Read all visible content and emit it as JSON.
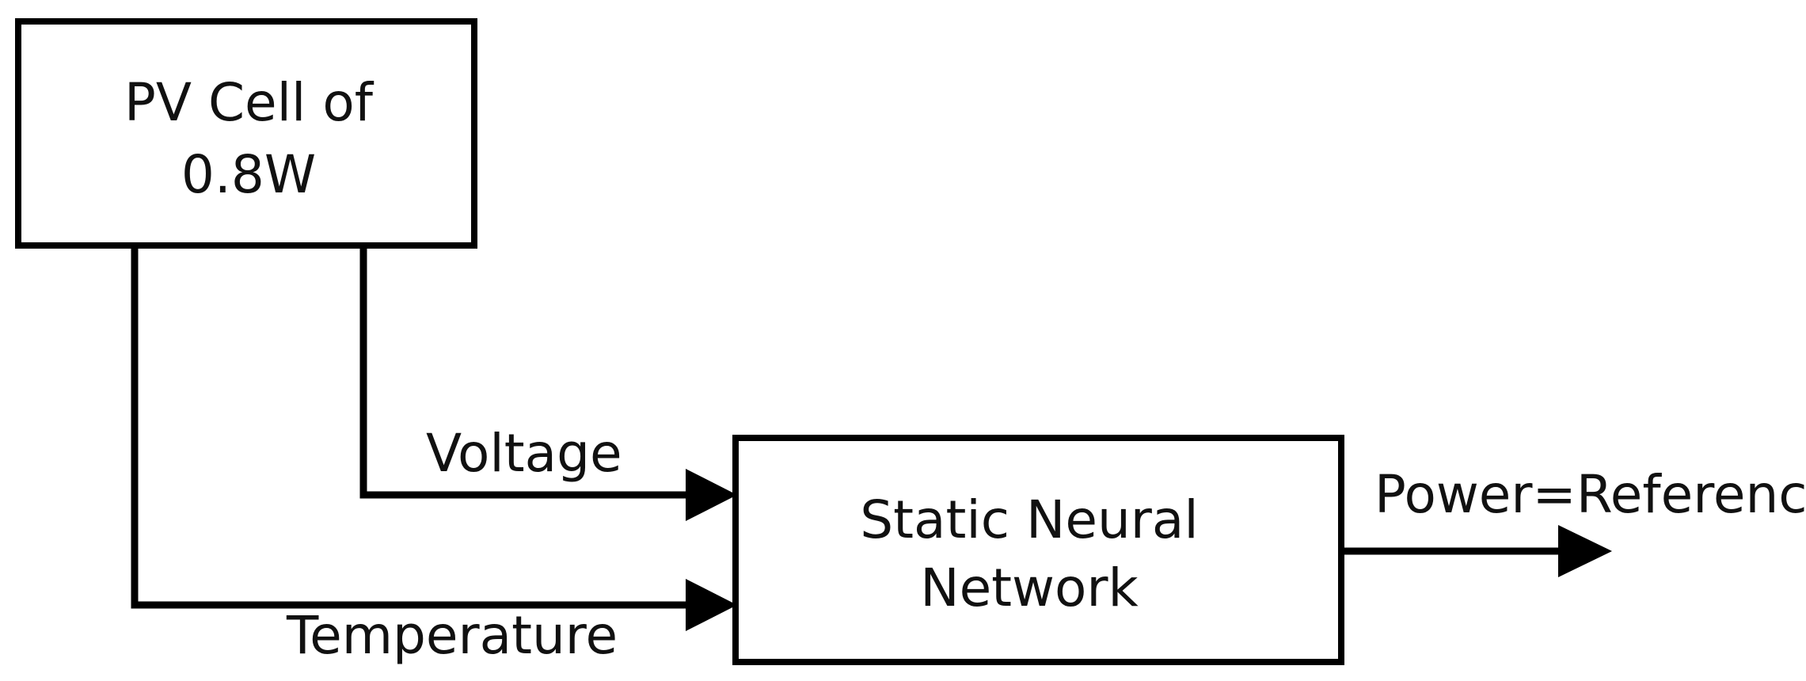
{
  "blocks": {
    "pv_cell": {
      "line1": "PV Cell of",
      "line2": "0.8W"
    },
    "neural_network": {
      "line1": "Static Neural",
      "line2": "Network"
    }
  },
  "signals": {
    "voltage": "Voltage",
    "temperature": "Temperature",
    "output": "Power=Reference"
  }
}
